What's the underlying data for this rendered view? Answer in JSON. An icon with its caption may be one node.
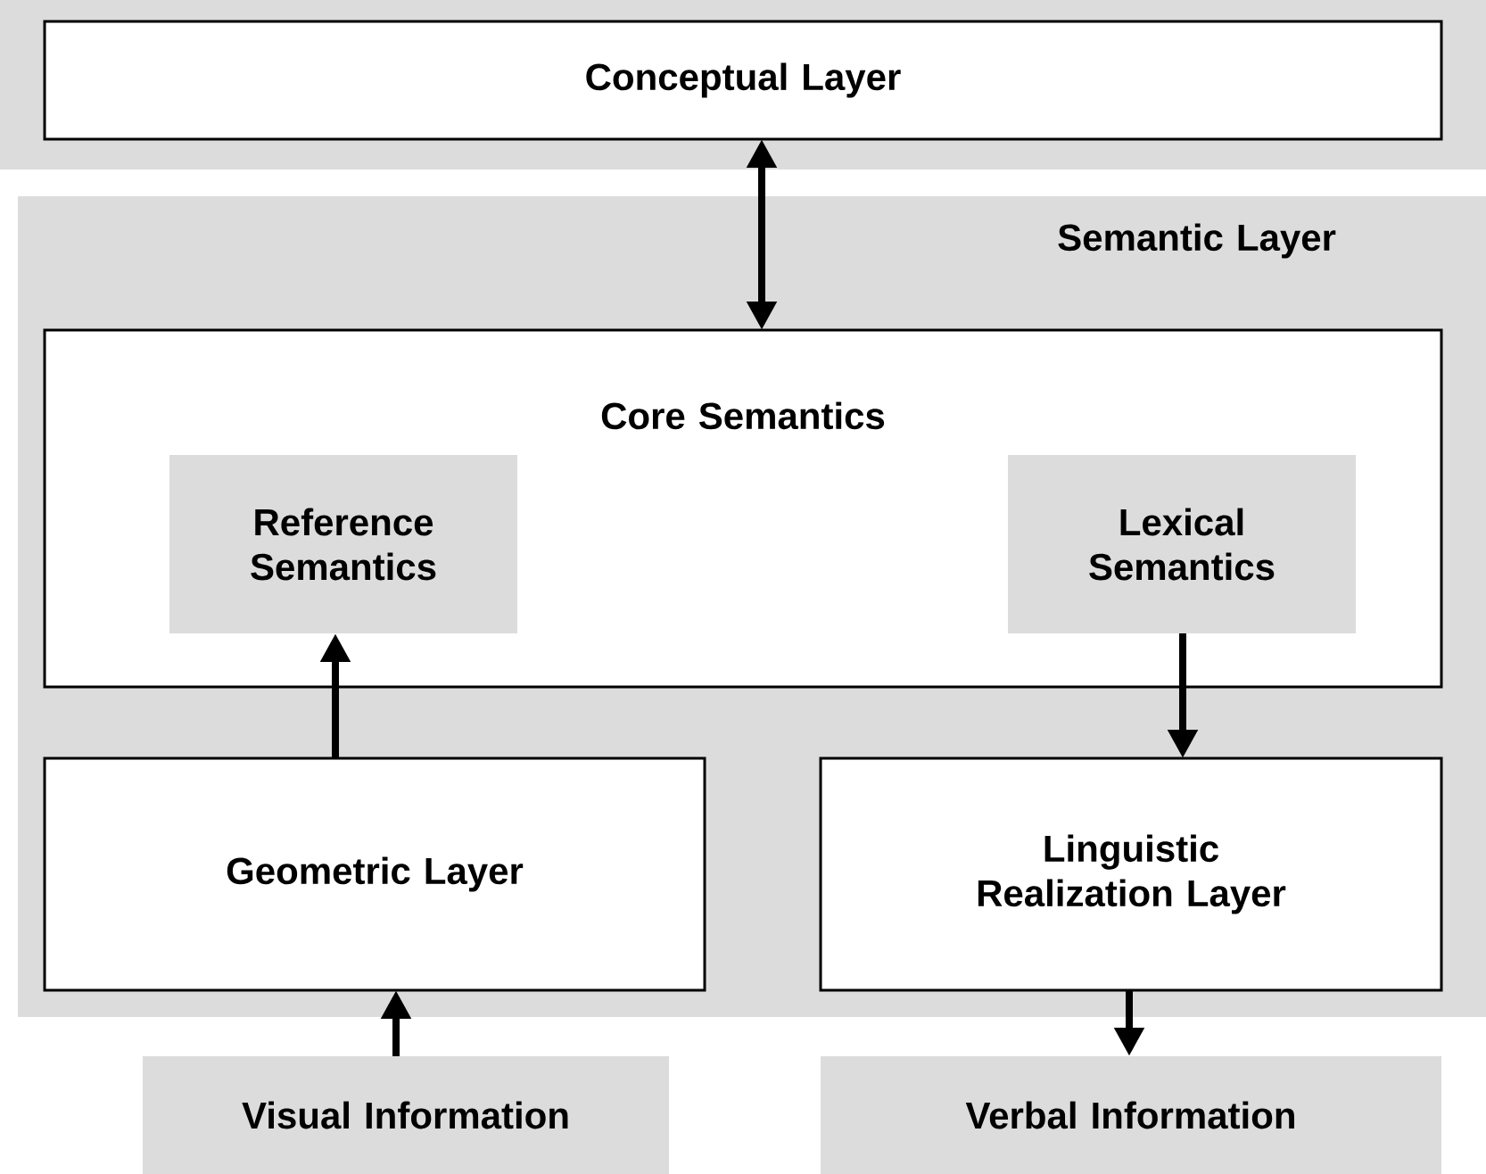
{
  "diagram": {
    "nodes": [
      {
        "text": [
          "Conceptual Layer"
        ]
      },
      {
        "text": [
          "Semantic Layer"
        ]
      },
      {
        "text": [
          "Core Semantics"
        ],
        "in": 1
      },
      {
        "text": [
          "Reference Semantics"
        ],
        "in": 2
      },
      {
        "text": [
          "Lexical Semantics"
        ],
        "in": 2
      },
      {
        "text": [
          "Geometric Layer"
        ],
        "in": 1
      },
      {
        "text": [
          "Linguistic Realization Layer"
        ],
        "in": 1
      },
      {
        "text": [
          "Visual Information"
        ]
      },
      {
        "text": [
          "Verbal Information"
        ]
      }
    ],
    "edges": [
      {
        "from": 0,
        "to": 2,
        "arrow": "both"
      },
      {
        "from": 5,
        "to": 3,
        "arrow": "to"
      },
      {
        "from": 4,
        "to": 6,
        "arrow": "to"
      },
      {
        "from": 7,
        "to": 5,
        "arrow": "to"
      },
      {
        "from": 6,
        "to": 8,
        "arrow": "to"
      }
    ]
  }
}
